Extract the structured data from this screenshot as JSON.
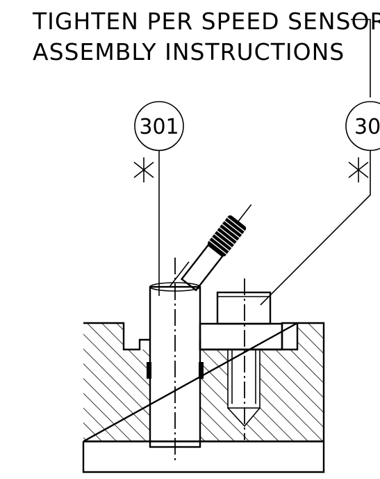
{
  "note": {
    "line1": "TIGHTEN PER SPEED SENSOR",
    "line2": "ASSEMBLY INSTRUCTIONS"
  },
  "balloons": [
    {
      "label": "301"
    },
    {
      "label": "30"
    }
  ],
  "markers": [
    "*",
    "*"
  ]
}
